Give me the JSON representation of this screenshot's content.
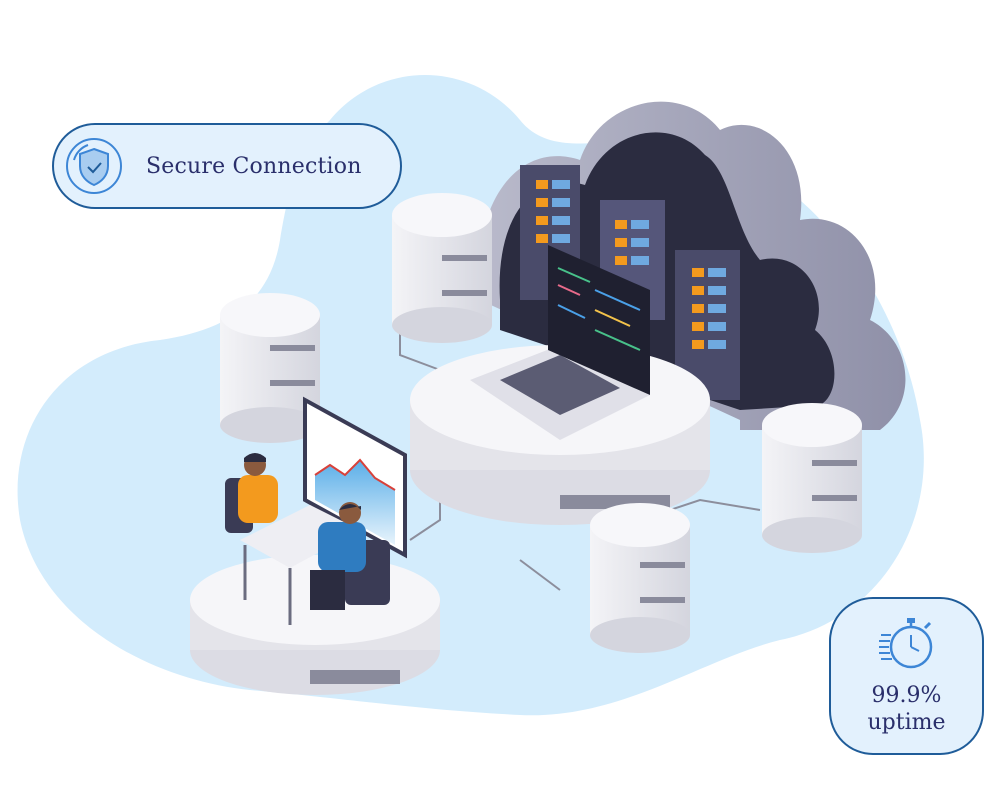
{
  "illustration": {
    "subject": "isometric cloud data center with servers, databases, laptop and two people at a desk reviewing a chart",
    "colors": {
      "blob_background": "#d3ecfc",
      "cloud": "#a9aabf",
      "server_rack": "#4a4b6a",
      "server_led": "#f39a1e",
      "database": "#eeeef3",
      "connector_line": "#8c8e9c",
      "person_left_vest": "#f39a1e",
      "person_right_shirt": "#2f7cc0"
    }
  },
  "badges": {
    "secure": {
      "icon": "shield-check-icon",
      "label": "Secure Connection"
    },
    "uptime": {
      "icon": "stopwatch-icon",
      "value": "99.9%",
      "caption": "uptime"
    }
  },
  "theme": {
    "badge_border": "#1f5c99",
    "badge_fill": "#e3f1fd",
    "badge_text": "#2a2f6b",
    "icon_blue": "#3d86d6"
  }
}
